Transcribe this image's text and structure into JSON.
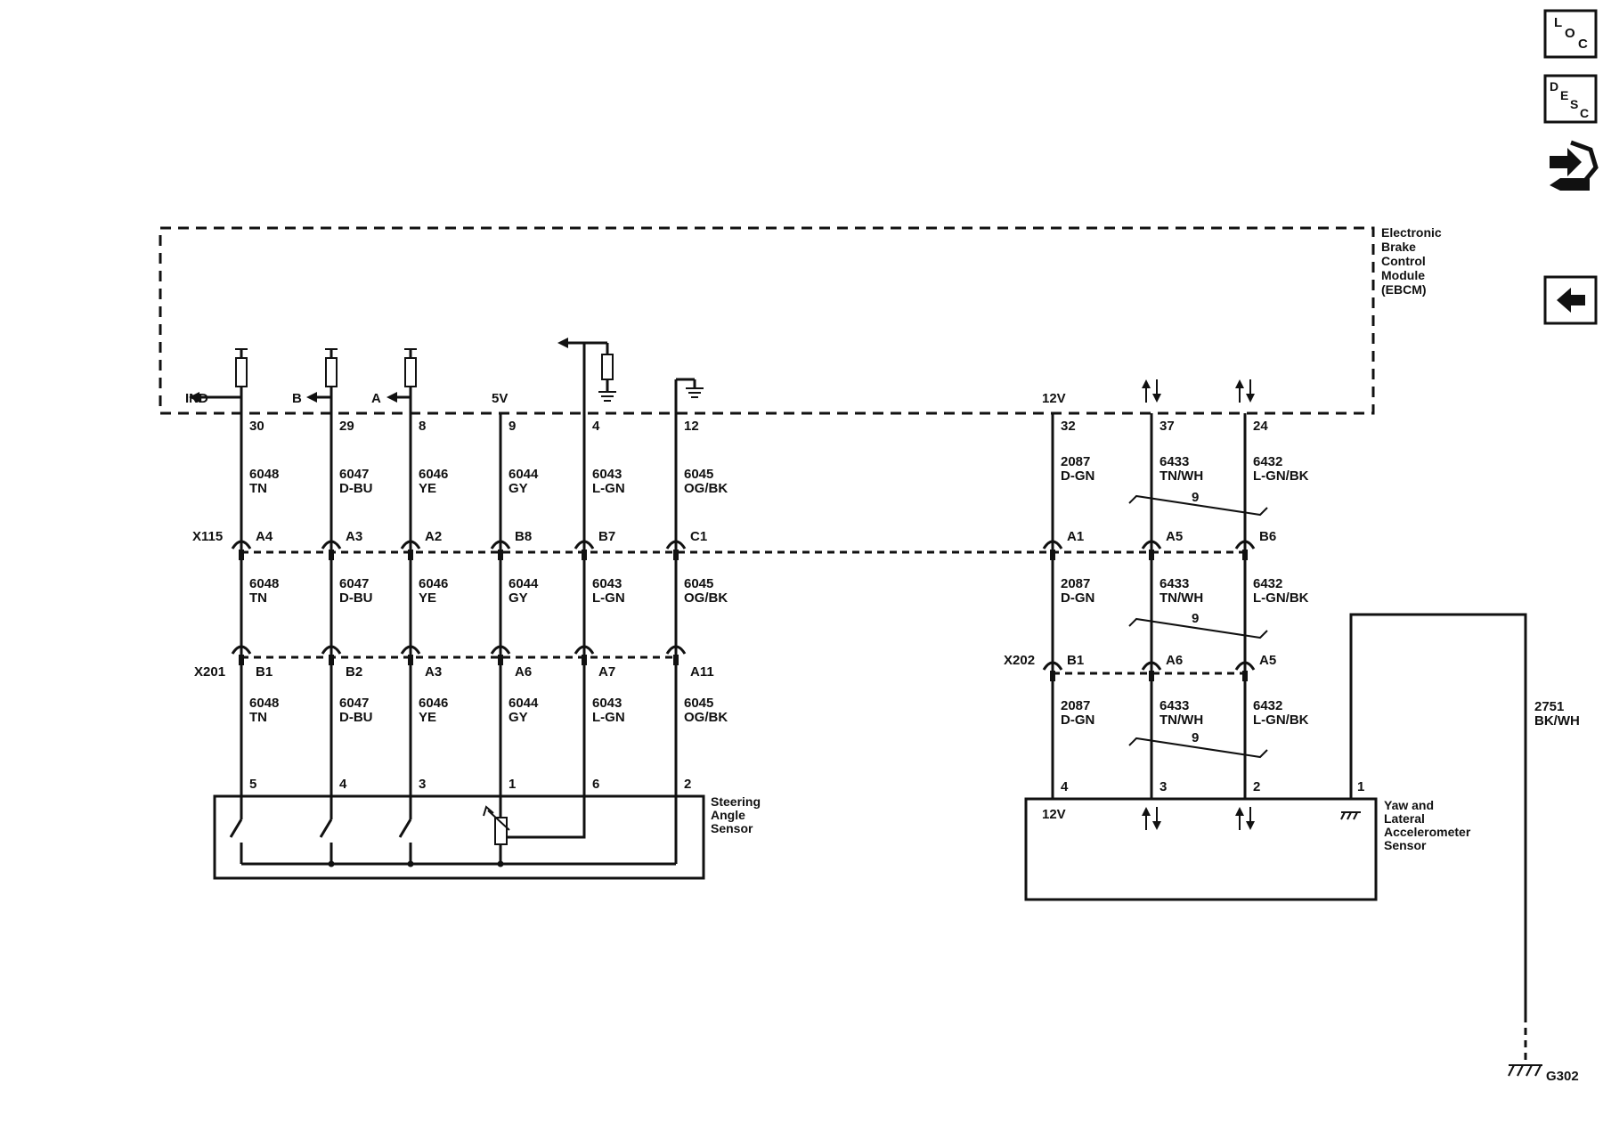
{
  "ebcm": {
    "label": [
      "Electronic",
      "Brake",
      "Control",
      "Module",
      "(EBCM)"
    ]
  },
  "steering": {
    "label": [
      "Steering",
      "Angle",
      "Sensor"
    ],
    "ebcm_signals": {
      "ind": "IND",
      "b": "B",
      "a": "A",
      "five_v": "5V"
    },
    "wires": [
      {
        "ebcm_pin": "30",
        "circuit": "6048",
        "color": "TN",
        "x115": "A4",
        "x201": "B1",
        "sensor_pin": "5"
      },
      {
        "ebcm_pin": "29",
        "circuit": "6047",
        "color": "D-BU",
        "x115": "A3",
        "x201": "B2",
        "sensor_pin": "4"
      },
      {
        "ebcm_pin": "8",
        "circuit": "6046",
        "color": "YE",
        "x115": "A2",
        "x201": "A3",
        "sensor_pin": "3"
      },
      {
        "ebcm_pin": "9",
        "circuit": "6044",
        "color": "GY",
        "x115": "B8",
        "x201": "A6",
        "sensor_pin": "1"
      },
      {
        "ebcm_pin": "4",
        "circuit": "6043",
        "color": "L-GN",
        "x115": "B7",
        "x201": "A7",
        "sensor_pin": "6"
      },
      {
        "ebcm_pin": "12",
        "circuit": "6045",
        "color": "OG/BK",
        "x115": "C1",
        "x201": "A11",
        "sensor_pin": "2"
      }
    ]
  },
  "yaw": {
    "label": [
      "Yaw and",
      "Lateral",
      "Accelerometer",
      "Sensor"
    ],
    "ebcm_signal_12v": "12V",
    "sensor_signal_12v": "12V",
    "twist_count": "9",
    "wires": [
      {
        "ebcm_pin": "32",
        "circuit": "2087",
        "color": "D-GN",
        "x115": "A1",
        "x202": "B1",
        "sensor_pin": "4"
      },
      {
        "ebcm_pin": "37",
        "circuit": "6433",
        "color": "TN/WH",
        "x115": "A5",
        "x202": "A6",
        "sensor_pin": "3"
      },
      {
        "ebcm_pin": "24",
        "circuit": "6432",
        "color": "L-GN/BK",
        "x115": "B6",
        "x202": "A5",
        "sensor_pin": "2"
      }
    ],
    "ground_wire": {
      "sensor_pin": "1",
      "circuit": "2751",
      "color": "BK/WH",
      "ground": "G302"
    }
  },
  "connectors": {
    "x115": "X115",
    "x201": "X201",
    "x202": "X202"
  },
  "sidebar": {
    "loc": [
      "L",
      "O",
      "C"
    ],
    "desc": [
      "D",
      "E",
      "S",
      "C"
    ]
  }
}
